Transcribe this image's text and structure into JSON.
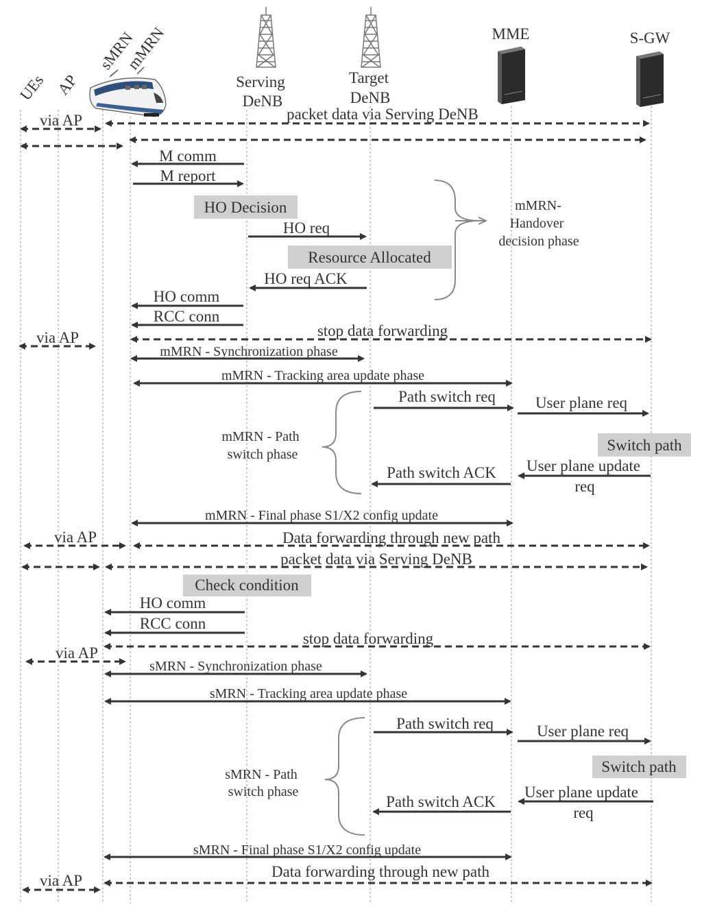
{
  "participants": {
    "ues": "UEs",
    "ap": "AP",
    "smrn": "sMRN",
    "mmrn": "mMRN",
    "serving_denb": [
      "Serving",
      "DeNB"
    ],
    "target_denb": [
      "Target",
      "DeNB"
    ],
    "mme": "MME",
    "sgw": "S-GW"
  },
  "messages": {
    "via_ap": "via AP",
    "packet_data_serving": "packet data via Serving DeNB",
    "m_comm": "M comm",
    "m_report": "M report",
    "ho_req": "HO req",
    "ho_req_ack": "HO req ACK",
    "ho_comm": "HO comm",
    "rcc_conn": "RCC conn",
    "stop_data_forwarding": "stop data forwarding",
    "mmrn_sync": "mMRN - Synchronization phase",
    "mmrn_tau": "mMRN - Tracking area update phase",
    "path_switch_req": "Path switch req",
    "user_plane_req": "User plane req",
    "path_switch_ack": "Path switch ACK",
    "user_plane_update": [
      "User plane update",
      "req"
    ],
    "mmrn_final": "mMRN - Final phase S1/X2 config update",
    "data_forwarding_new_path": "Data forwarding through new path",
    "smrn_sync": "sMRN - Synchronization phase",
    "smrn_tau": "sMRN - Tracking area update phase",
    "smrn_final": "sMRN - Final phase S1/X2 config update"
  },
  "boxes": {
    "ho_decision": "HO Decision",
    "resource_allocated": "Resource Allocated",
    "switch_path": "Switch path",
    "check_condition": "Check condition"
  },
  "phase_notes": {
    "mmrn_handover_decision": [
      "mMRN-",
      "Handover",
      "decision phase"
    ],
    "mmrn_path_switch": [
      "mMRN - Path",
      "switch phase"
    ],
    "smrn_path_switch": [
      "sMRN - Path",
      "switch phase"
    ]
  },
  "colors": {
    "arrow": "#333333",
    "lifeline": "#9a9a9a",
    "box_fill": "#cfcfcf",
    "brace": "#888888"
  }
}
